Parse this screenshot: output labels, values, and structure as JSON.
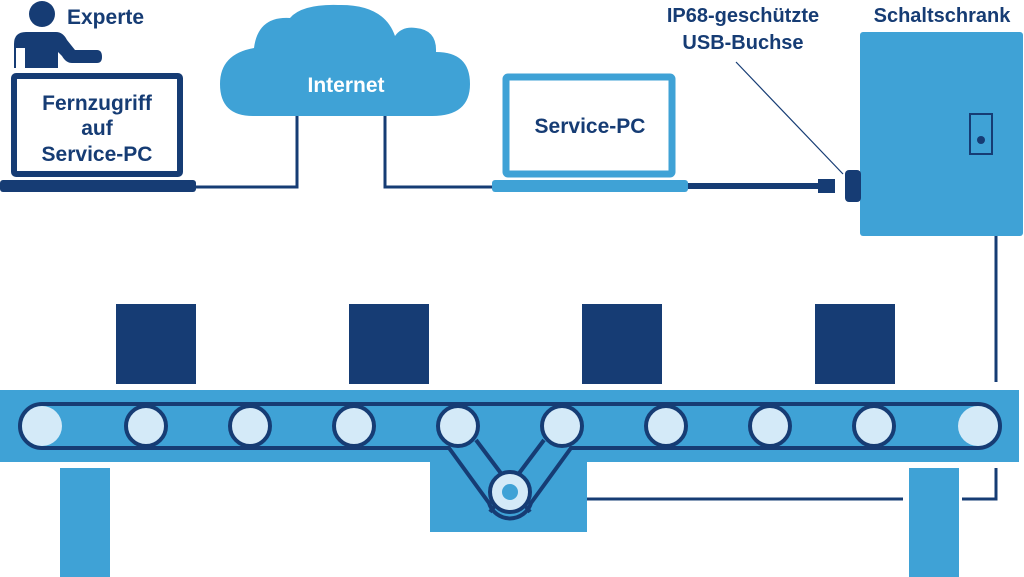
{
  "colors": {
    "dark_blue": "#163c74",
    "mid_blue": "#3fa2d6",
    "light_blue": "#d4eaf8",
    "white": "#ffffff"
  },
  "labels": {
    "expert": "Experte",
    "remote_line1": "Fernzugriff",
    "remote_line2": "auf",
    "remote_line3": "Service-PC",
    "internet": "Internet",
    "service_pc": "Service-PC",
    "usb_line1": "IP68-geschützte",
    "usb_line2": "USB-Buchse",
    "cabinet": "Schaltschrank"
  },
  "icons": {
    "expert": "person-icon",
    "remote_laptop": "laptop-icon",
    "internet": "cloud-icon",
    "service_laptop": "laptop-icon",
    "usb_socket": "usb-socket-icon",
    "usb_plug": "usb-plug-icon",
    "cabinet": "control-cabinet-icon",
    "conveyor": "conveyor-belt-icon",
    "product": "box-icon"
  },
  "conveyor": {
    "roller_count": 10,
    "box_count": 4
  }
}
